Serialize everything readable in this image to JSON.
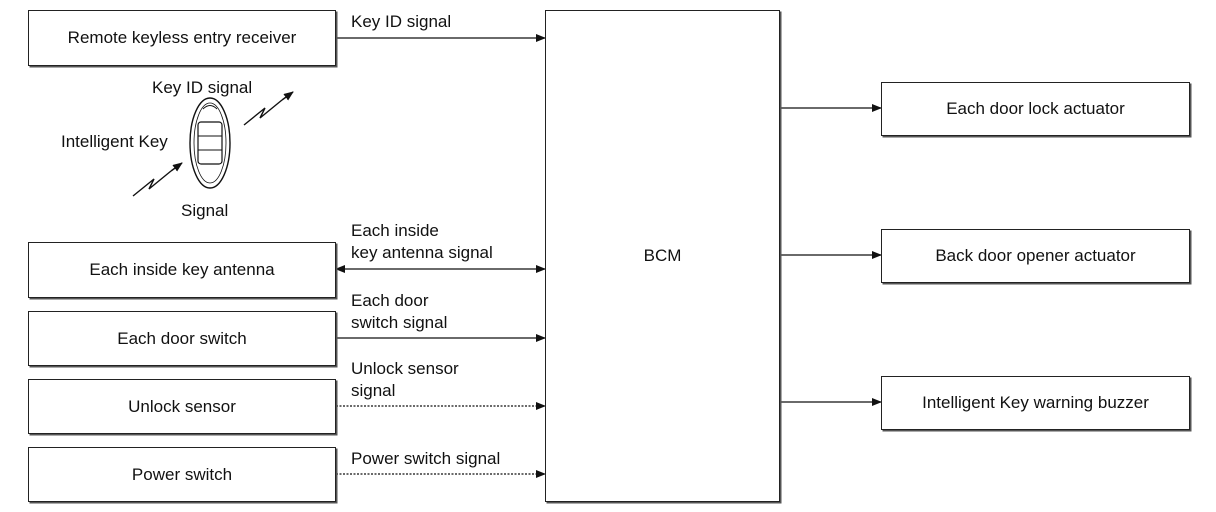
{
  "inputs": {
    "remote_receiver": "Remote keyless entry receiver",
    "inside_antenna": "Each inside key antenna",
    "door_switch": "Each door switch",
    "unlock_sensor": "Unlock sensor",
    "power_switch": "Power switch"
  },
  "controller": "BCM",
  "outputs": {
    "door_lock": "Each door lock actuator",
    "back_door": "Back door opener actuator",
    "buzzer": "Intelligent Key warning buzzer"
  },
  "signals": {
    "key_id": "Key ID signal",
    "antenna_1": "Each inside",
    "antenna_2": "key antenna signal",
    "door_1": "Each door",
    "door_2": "switch signal",
    "unlock_1": "Unlock sensor",
    "unlock_2": "signal",
    "power": "Power switch signal"
  },
  "fob": {
    "key_id": "Key ID signal",
    "name": "Intelligent Key",
    "signal": "Signal"
  }
}
